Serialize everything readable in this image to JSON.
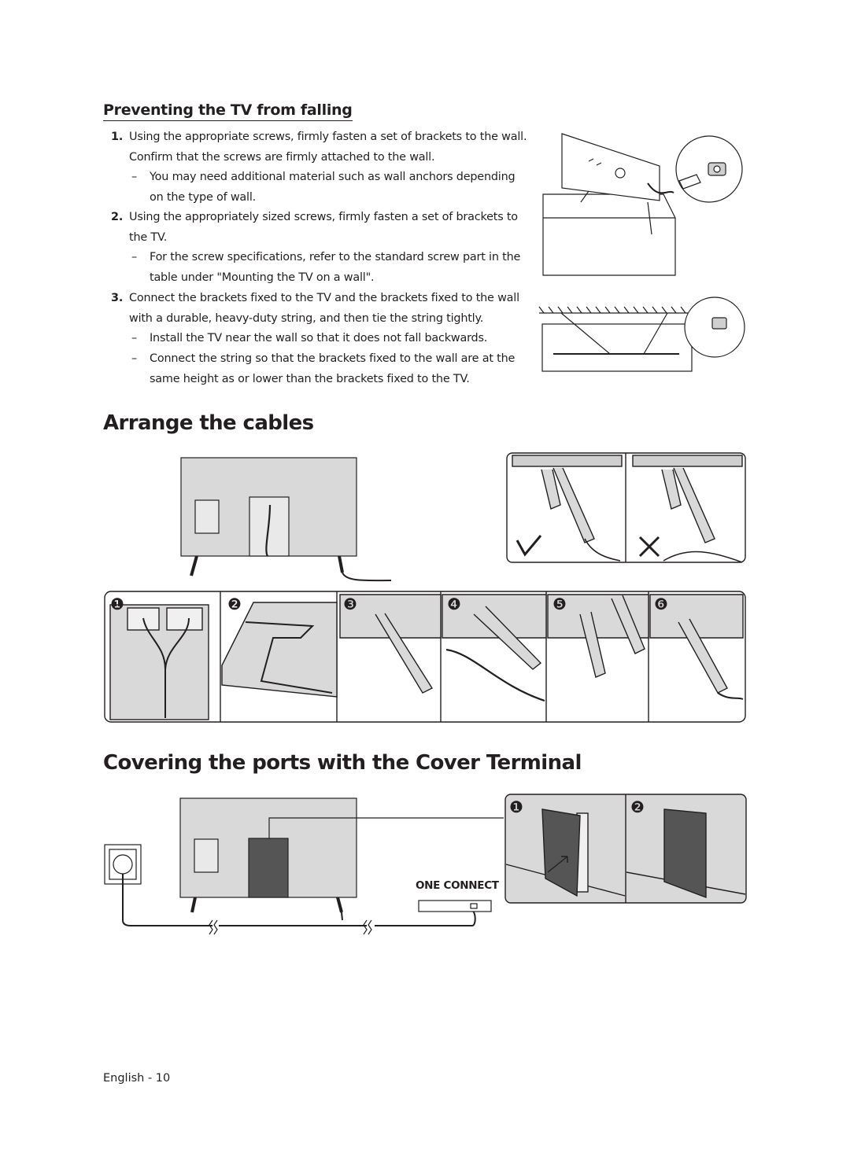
{
  "section1": {
    "heading": "Preventing the TV from falling",
    "steps": [
      {
        "number": "1.",
        "lines": [
          "Using the appropriate screws, firmly fasten a set of brackets to the wall.",
          "Confirm that the screws are firmly attached to the wall."
        ]
      },
      {
        "number": "2.",
        "lines": [
          "Using the appropriately sized screws, firmly fasten a set of brackets to",
          "the TV."
        ]
      },
      {
        "number": "3.",
        "lines": [
          "Connect the brackets fixed to the TV and the brackets fixed to the wall",
          "with a durable, heavy-duty string, and then tie the string tightly."
        ]
      }
    ],
    "notes": {
      "step1": {
        "dash": "–",
        "lines": [
          "You may need additional material such as wall anchors depending",
          "on the type of wall."
        ]
      },
      "step2": {
        "dash": "–",
        "lines": [
          "For the screw specifications, refer to the standard screw part in the",
          "table under \"Mounting the TV on a wall\"."
        ]
      },
      "step3a": {
        "dash": "–",
        "lines": [
          "Install the TV near the wall so that it does not fall backwards."
        ]
      },
      "step3b": {
        "dash": "–",
        "lines": [
          "Connect the string so that the brackets fixed to the wall are at the",
          "same height as or lower than the brackets fixed to the TV."
        ]
      }
    }
  },
  "section2": {
    "heading": "Arrange the cables",
    "step_numbers": [
      "❶",
      "❷",
      "❸",
      "❹",
      "❺",
      "❻"
    ]
  },
  "section3": {
    "heading": "Covering the ports with the Cover Terminal",
    "one_connect_label": "ONE CONNECT",
    "step_numbers": [
      "❶",
      "❷"
    ]
  },
  "footer": {
    "page_label": "English - 10"
  },
  "colors": {
    "text": "#231f20",
    "panel_gray": "#d9d9d9",
    "dark_cover": "#555555",
    "line": "#231f20"
  }
}
